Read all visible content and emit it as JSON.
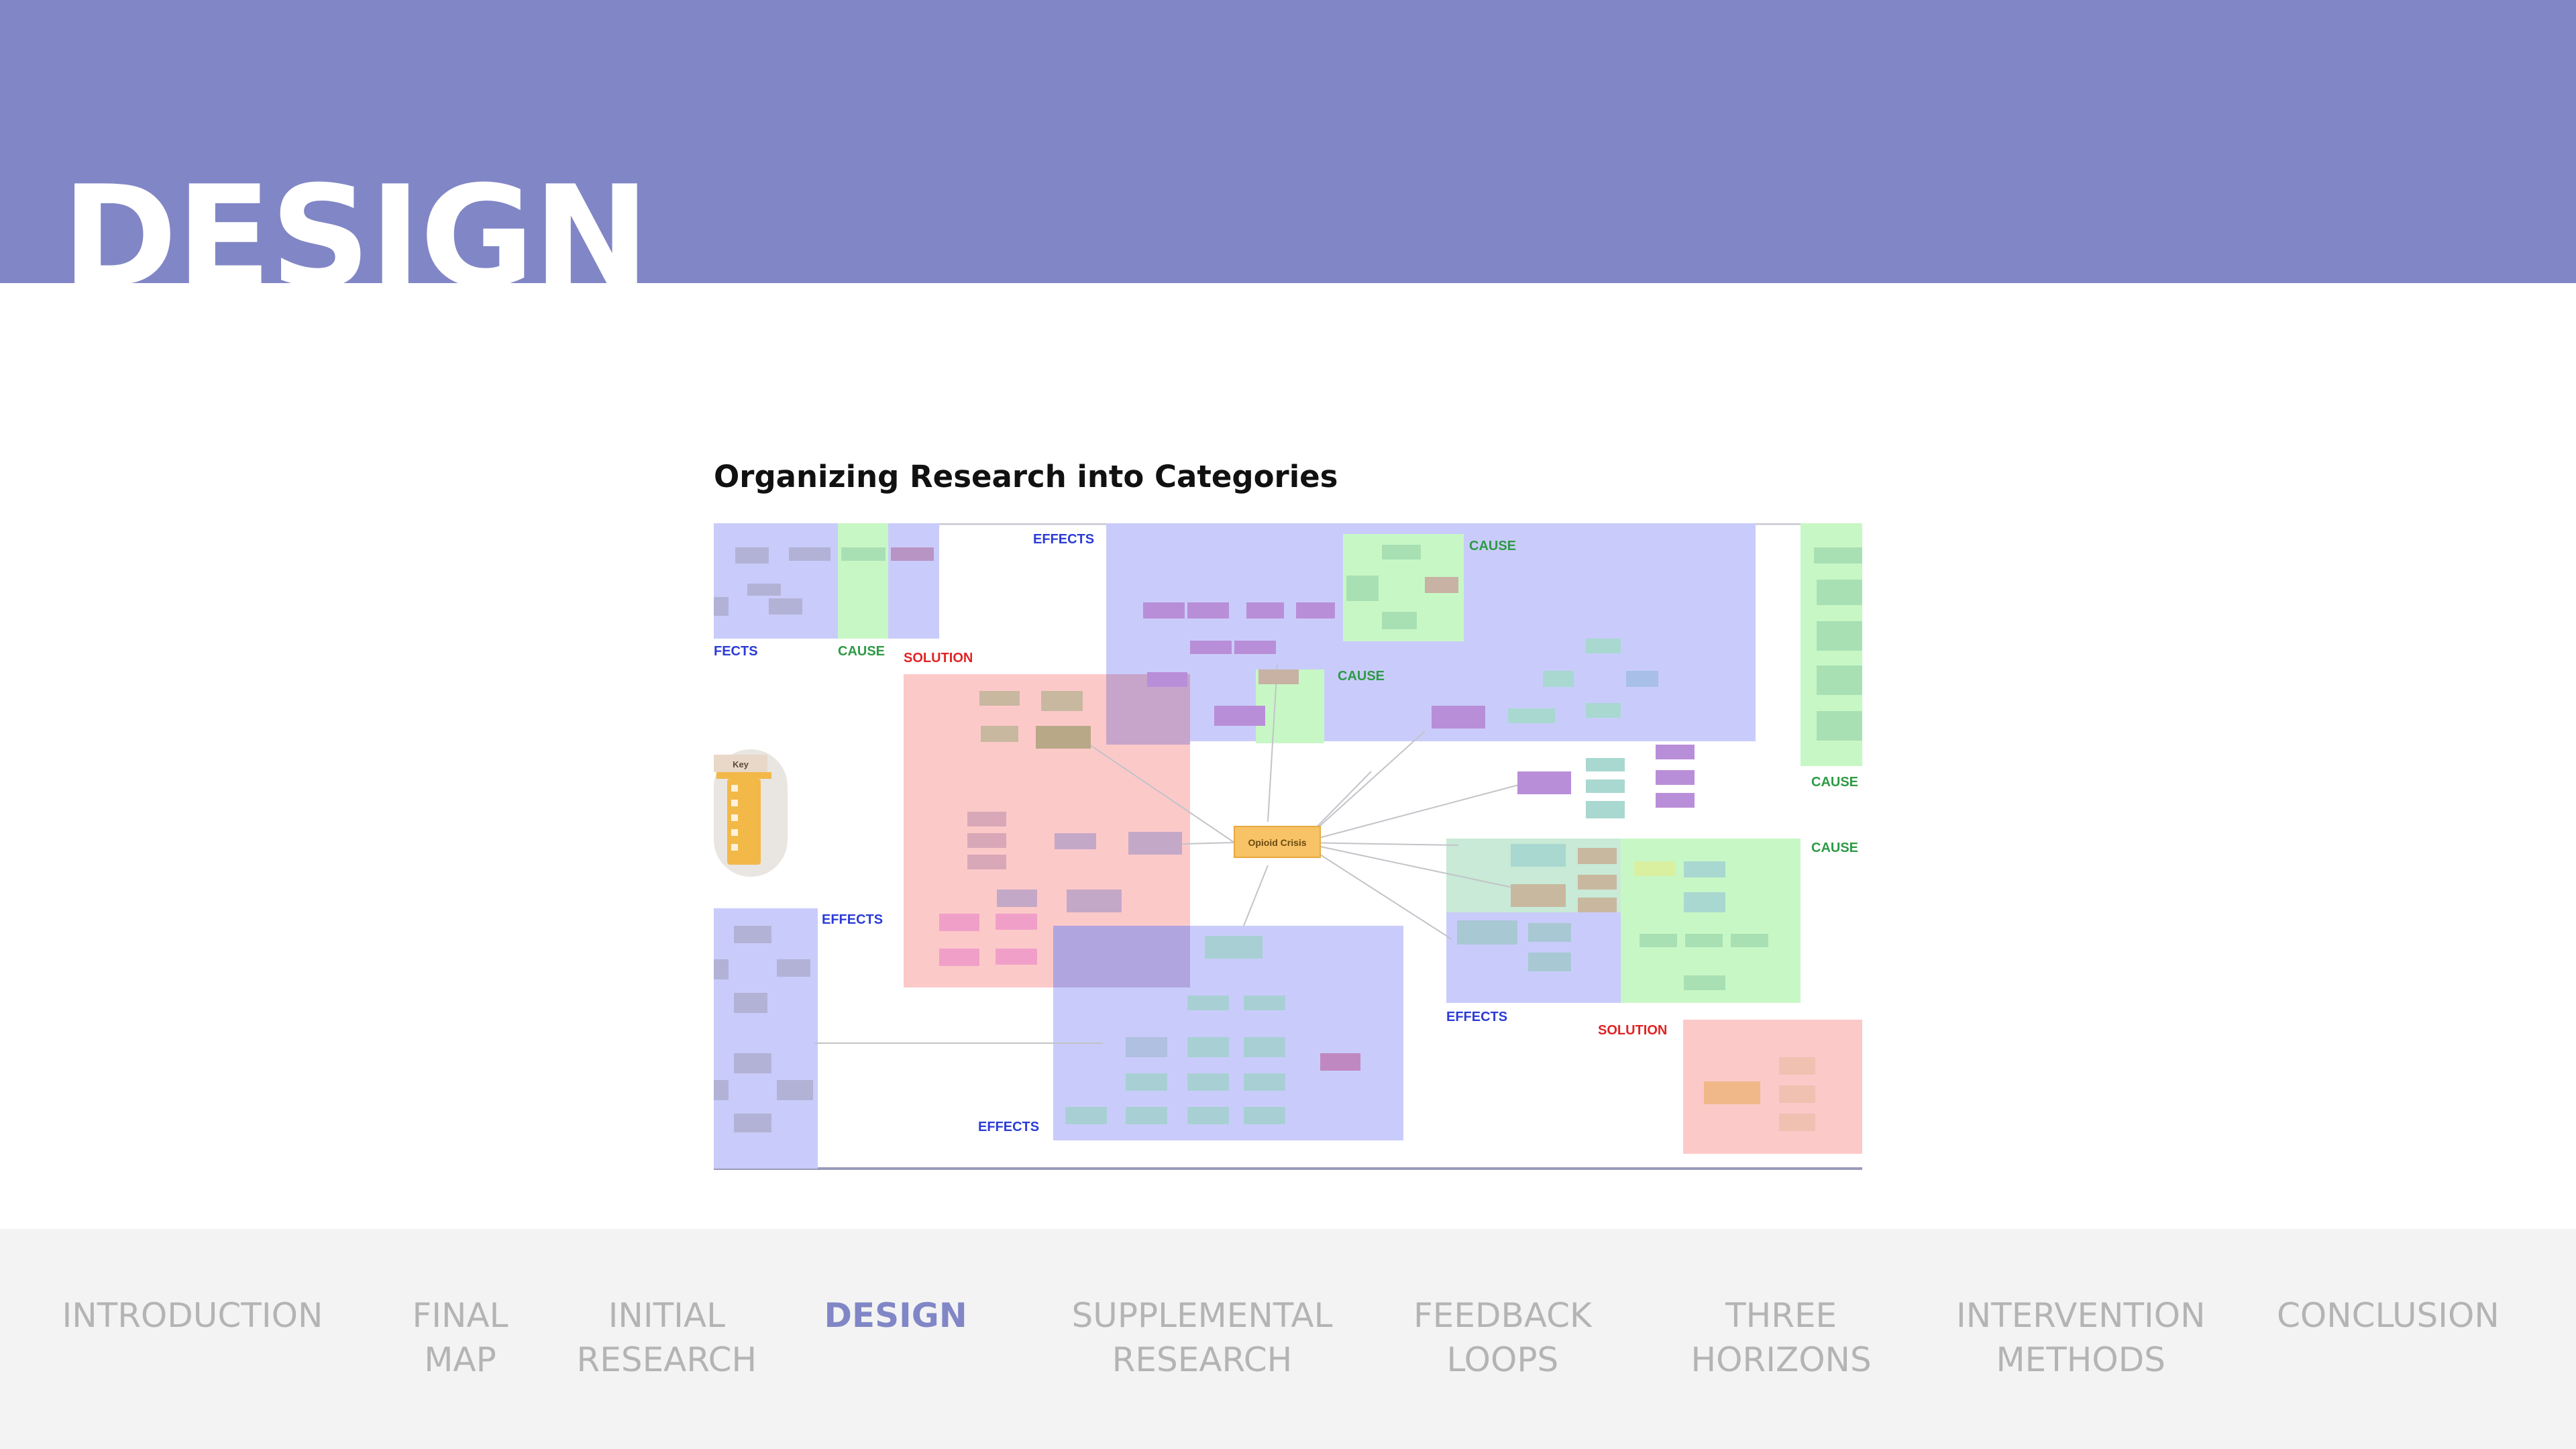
{
  "colors": {
    "accent": "#8186c6",
    "effects": "#2b3bd6",
    "cause": "#2e9a45",
    "solution": "#e02424",
    "effects_fill": "#c9ccfa",
    "cause_fill": "#c8f7c6",
    "solution_fill": "#fcc9c9",
    "center_fill": "#f7c366"
  },
  "header": {
    "title": "DESIGN"
  },
  "section": {
    "heading": "Organizing Research into Categories"
  },
  "map": {
    "center": "Opioid Crisis",
    "key_title": "Key",
    "labels": {
      "fects": "FECTS",
      "effects": "EFFECTS",
      "cause": "CAUSE",
      "solution": "SOLUTION"
    }
  },
  "nav": [
    {
      "line1": "INTRODUCTION",
      "line2": "",
      "active": false
    },
    {
      "line1": "FINAL",
      "line2": "MAP",
      "active": false
    },
    {
      "line1": "INITIAL",
      "line2": "RESEARCH",
      "active": false
    },
    {
      "line1": "DESIGN",
      "line2": "",
      "active": true
    },
    {
      "line1": "SUPPLEMENTAL",
      "line2": "RESEARCH",
      "active": false
    },
    {
      "line1": "FEEDBACK",
      "line2": "LOOPS",
      "active": false
    },
    {
      "line1": "THREE",
      "line2": "HORIZONS",
      "active": false
    },
    {
      "line1": "INTERVENTION",
      "line2": "METHODS",
      "active": false
    },
    {
      "line1": "CONCLUSION",
      "line2": "",
      "active": false
    }
  ]
}
